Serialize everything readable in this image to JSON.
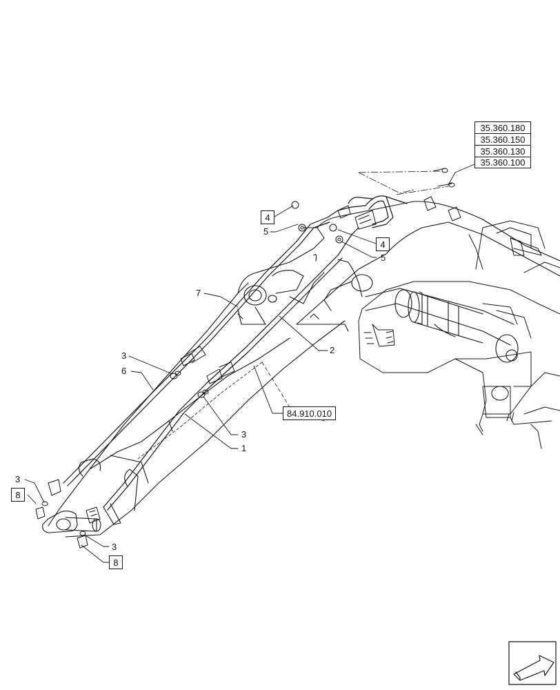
{
  "callouts": {
    "c1": "1",
    "c2": "2",
    "c3a": "3",
    "c3b": "3",
    "c3c": "3",
    "c3d": "3",
    "c4a": "4",
    "c4b": "4",
    "c5a": "5",
    "c5b": "5",
    "c6": "6",
    "c7": "7",
    "c8a": "8",
    "c8b": "8"
  },
  "references": {
    "stack": [
      "35.360.180",
      "35.360.150",
      "35.360.130",
      "35.360.100"
    ],
    "frame": "84.910.010"
  },
  "nav_icon": "arrow-icon"
}
